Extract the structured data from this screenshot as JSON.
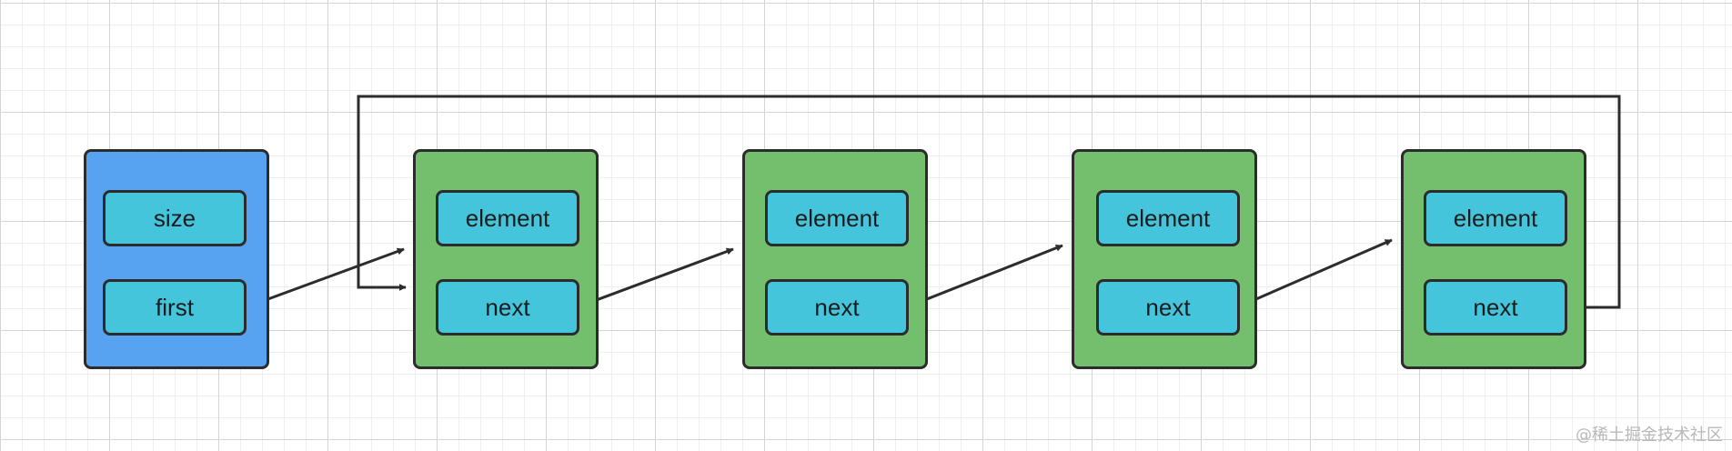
{
  "head": {
    "size_label": "size",
    "first_label": "first"
  },
  "nodes": [
    {
      "element_label": "element",
      "next_label": "next"
    },
    {
      "element_label": "element",
      "next_label": "next"
    },
    {
      "element_label": "element",
      "next_label": "next"
    },
    {
      "element_label": "element",
      "next_label": "next"
    }
  ],
  "watermark": "@稀土掘金技术社区",
  "colors": {
    "head_fill": "#57a3f2",
    "node_fill": "#74bf6e",
    "field_fill": "#44c5dc",
    "stroke": "#2c2c2c"
  }
}
